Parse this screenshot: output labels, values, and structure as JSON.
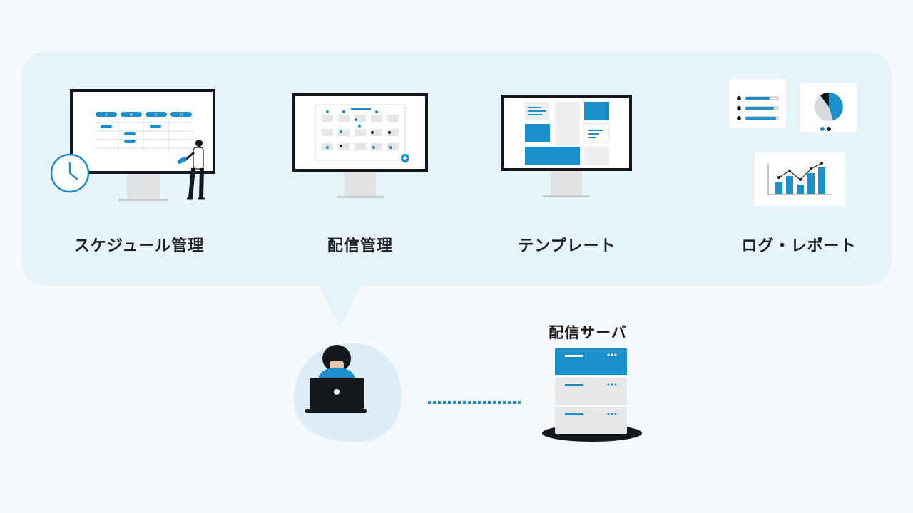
{
  "features": [
    {
      "id": "schedule",
      "label": "スケジュール管理",
      "icon": "schedule-monitor-icon"
    },
    {
      "id": "delivery",
      "label": "配信管理",
      "icon": "delivery-monitor-icon"
    },
    {
      "id": "template",
      "label": "テンプレート",
      "icon": "template-monitor-icon"
    },
    {
      "id": "log",
      "label": "ログ・レポート",
      "icon": "report-charts-icon"
    }
  ],
  "schedule_columns": [
    "A",
    "B",
    "C",
    "D"
  ],
  "server": {
    "label": "配信サーバ",
    "icon": "server-rack-icon"
  },
  "user": {
    "icon": "user-laptop-icon"
  },
  "colors": {
    "accent": "#1a8fc9",
    "panel": "#e6f3fb",
    "dark": "#14181c",
    "gray": "#e4e6e8"
  }
}
